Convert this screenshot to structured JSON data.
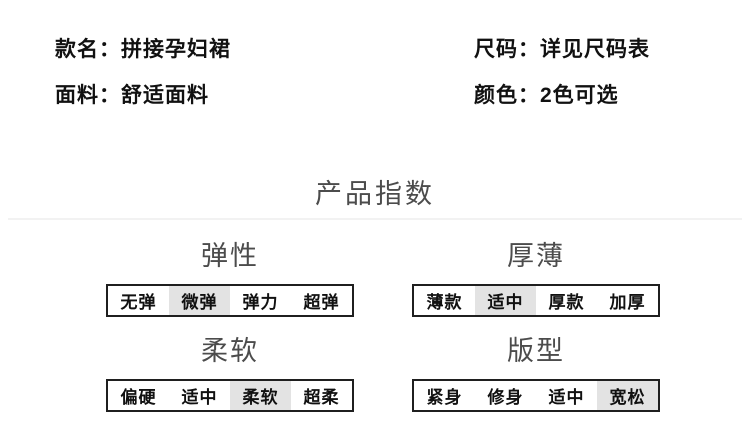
{
  "product_info": {
    "rows": [
      {
        "label": "款名：",
        "value": "拼接孕妇裙"
      },
      {
        "label": "面料：",
        "value": "舒适面料"
      },
      {
        "label": "尺码：",
        "value": "详见尺码表"
      },
      {
        "label": "颜色：",
        "value": "2色可选"
      }
    ]
  },
  "section_title": "产品指数",
  "index_groups": [
    {
      "title": "弹性",
      "options": [
        "无弹",
        "微弹",
        "弹力",
        "超弹"
      ],
      "selected": 1,
      "selected_label": "微弹"
    },
    {
      "title": "厚薄",
      "options": [
        "薄款",
        "适中",
        "厚款",
        "加厚"
      ],
      "selected": 1,
      "selected_label": "适中"
    },
    {
      "title": "柔软",
      "options": [
        "偏硬",
        "适中",
        "柔软",
        "超柔"
      ],
      "selected": 2,
      "selected_label": "柔软"
    },
    {
      "title": "版型",
      "options": [
        "紧身",
        "修身",
        "适中",
        "宽松"
      ],
      "selected": 3,
      "selected_label": "宽松"
    }
  ],
  "colors": {
    "text": "#111111",
    "heading_gray": "#4c4c4c",
    "box_border": "#1f1f1f",
    "selected_highlight": "#e3e3e3",
    "divider": "#f2f2f2",
    "background": "#ffffff"
  }
}
